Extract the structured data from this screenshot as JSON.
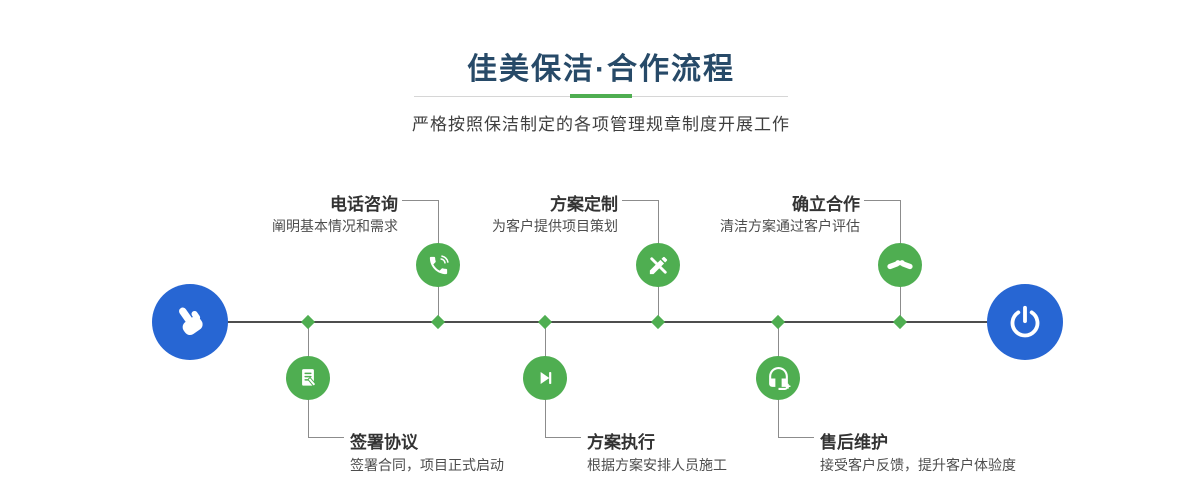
{
  "header": {
    "title": "佳美保洁·合作流程",
    "subtitle": "严格按照保洁制定的各项管理规章制度开展工作"
  },
  "flow": {
    "start": {
      "icon": "hand-pointer-icon"
    },
    "end": {
      "icon": "power-icon"
    },
    "steps_top": [
      {
        "label": "电话咨询",
        "desc": "阐明基本情况和需求",
        "icon": "phone-icon"
      },
      {
        "label": "方案定制",
        "desc": "为客户提供项目策划",
        "icon": "pen-icon"
      },
      {
        "label": "确立合作",
        "desc": "清洁方案通过客户评估",
        "icon": "handshake-icon"
      }
    ],
    "steps_bottom": [
      {
        "label": "签署协议",
        "desc": "签署合同，项目正式启动",
        "icon": "contract-icon"
      },
      {
        "label": "方案执行",
        "desc": "根据方案安排人员施工",
        "icon": "play-icon"
      },
      {
        "label": "售后维护",
        "desc": "接受客户反馈，提升客户体验度",
        "icon": "headset-icon"
      }
    ]
  },
  "colors": {
    "accent_green": "#4fae51",
    "accent_blue": "#2766d3",
    "title_navy": "#274a68",
    "line_dark": "#4d4d4d",
    "connector_gray": "#8c8c8c"
  }
}
